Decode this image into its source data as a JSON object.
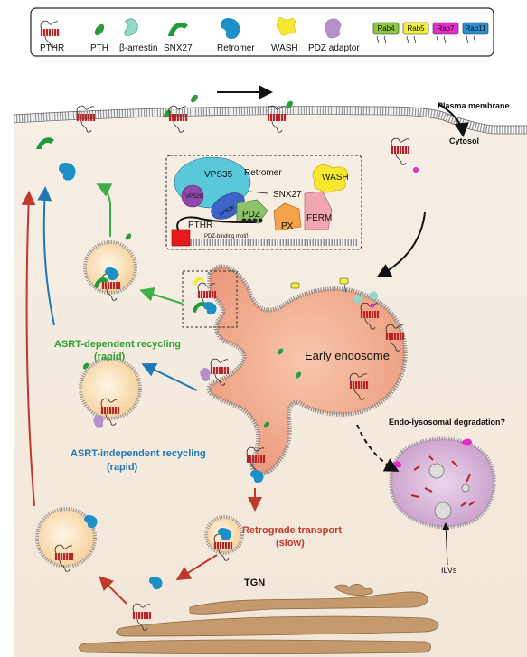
{
  "colors": {
    "pth": "#2e9a3f",
    "arrestin": "#8fdac9",
    "snx27": "#1f9d3a",
    "retromer": "#1e90c8",
    "wash": "#f5e82e",
    "pdz": "#b58fc7",
    "rab4": "#8cc63f",
    "rab5": "#f0f03a",
    "rab7": "#e52bc8",
    "rab11": "#2c8fce",
    "receptor": "#b5252a",
    "endosome": "#f1a88a",
    "green_arrow": "#3fae49",
    "blue_arrow": "#1f77b4",
    "red_arrow": "#c0392b"
  },
  "legend": {
    "pthr": "PTHR",
    "pth": "PTH",
    "arrestin": "β-arrestin",
    "snx27": "SNX27",
    "retromer": "Retromer",
    "wash": "WASH",
    "pdz_adaptor": "PDZ adaptor",
    "rab4": "Rab4",
    "rab5": "Rab5",
    "rab7": "Rab7",
    "rab11": "Rab11"
  },
  "labels": {
    "plasma_membrane": "Plasma membrane",
    "cytosol": "Cytosol",
    "early_endosome": "Early endosome",
    "asrt_dep_1": "ASRT-dependent recycling",
    "asrt_dep_2": "(rapid)",
    "asrt_indep_1": "ASRT-independent recycling",
    "asrt_indep_2": "(rapid)",
    "retro_1": "Retrograde transport",
    "retro_2": "(slow)",
    "degradation": "Endo-lysosomal degradation?",
    "ilvs": "ILVs",
    "tgn": "TGN"
  },
  "inset": {
    "vps35": "VPS35",
    "retromer": "Retromer",
    "wash": "WASH",
    "vps29": "VPS29",
    "vps26": "VPS26",
    "snx27": "SNX27",
    "pdz": "PDZ",
    "pthr": "PTHR",
    "ferm": "FERM",
    "px": "PX",
    "pdz_motif": "PDZ-binding motif"
  }
}
